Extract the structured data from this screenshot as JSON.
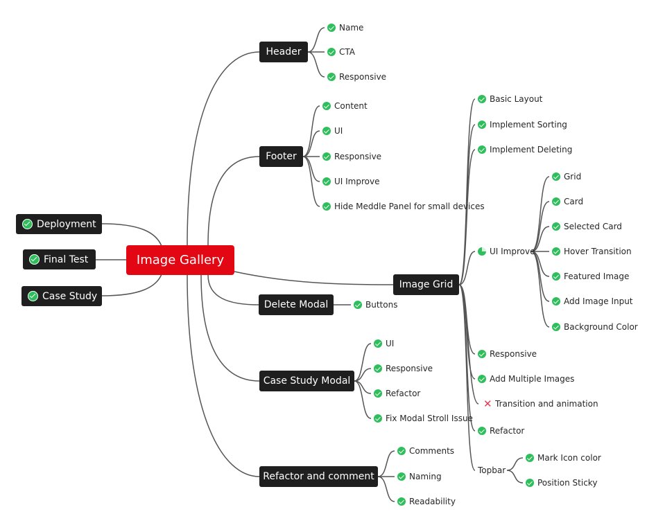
{
  "root": {
    "label": "Image Gallery"
  },
  "left_nodes": [
    {
      "label": "Deployment",
      "status": "done"
    },
    {
      "label": "Final Test",
      "status": "done"
    },
    {
      "label": "Case Study",
      "status": "done"
    }
  ],
  "header": {
    "label": "Header",
    "children": [
      "Name",
      "CTA",
      "Responsive"
    ]
  },
  "footer": {
    "label": "Footer",
    "children": [
      "Content",
      "UI",
      "Responsive",
      "UI Improve",
      "Hide Meddle Panel for small devices"
    ]
  },
  "delete_modal": {
    "label": "Delete Modal",
    "children": [
      "Buttons"
    ]
  },
  "case_study_modal": {
    "label": "Case Study Modal",
    "children": [
      "UI",
      "Responsive",
      "Refactor",
      "Fix Modal Stroll Issue"
    ]
  },
  "refactor_comment": {
    "label": "Refactor and comment",
    "children": [
      "Comments",
      "Naming",
      "Readability"
    ]
  },
  "image_grid": {
    "label": "Image Grid",
    "children": [
      "Basic Layout",
      "Implement Sorting",
      "Implement Deleting",
      "UI Improve",
      "Responsive",
      "Add Multiple Images",
      "Transition and animation",
      "Refactor",
      "Topbar"
    ],
    "ui_improve_children": [
      "Grid",
      "Card",
      "Selected Card",
      "Hover Transition",
      "Featured Image",
      "Add Image Input",
      "Background Color"
    ],
    "topbar_children": [
      "Mark Icon color",
      "Position Sticky"
    ]
  },
  "colors": {
    "root": "#e30613",
    "node": "#1f1f1f",
    "done": "#2fbe5c",
    "failed": "#e8384f",
    "line": "#555555"
  },
  "icons": {
    "done": "check-circle-icon",
    "partial": "progress-pie-icon",
    "failed": "x-mark-icon"
  }
}
